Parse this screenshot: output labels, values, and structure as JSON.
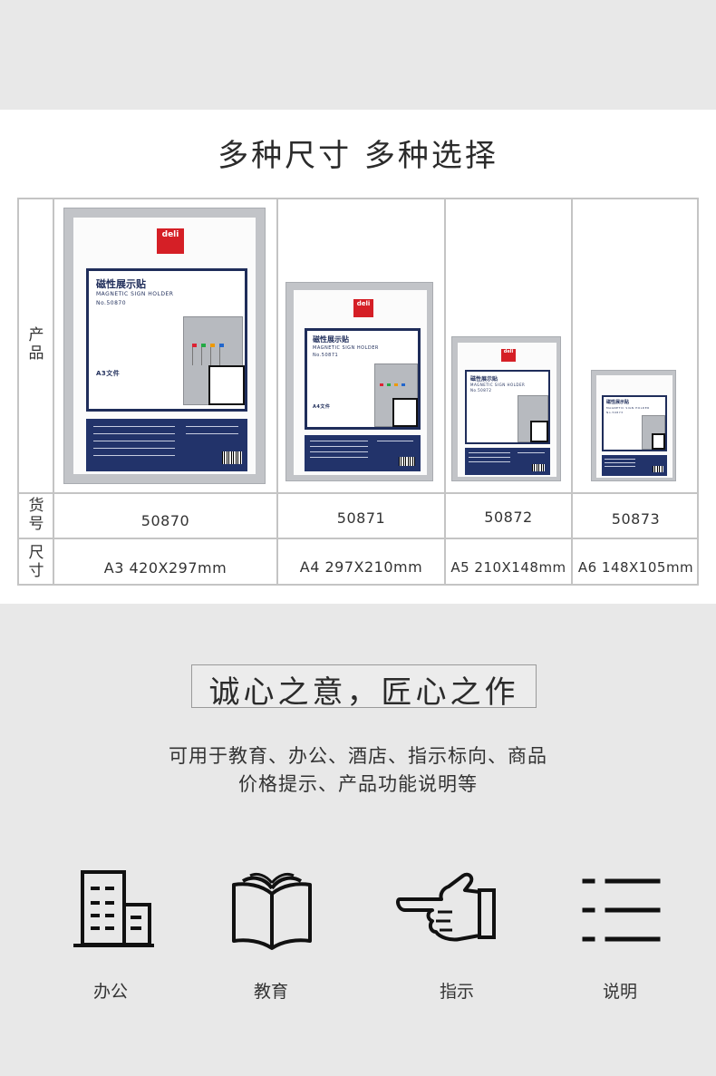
{
  "title": "多种尺寸 多种选择",
  "table": {
    "row_labels": {
      "product": "产\n品",
      "item_no": "货\n号",
      "size": "尺\n寸"
    },
    "products": [
      {
        "item_no": "50870",
        "size": "A3 420X297mm",
        "logo": "deli",
        "name": "磁性展示贴",
        "subtitle": "MAGNETIC SIGN HOLDER",
        "model": "No.50870",
        "format": "A3文件"
      },
      {
        "item_no": "50871",
        "size": "A4 297X210mm",
        "logo": "deli",
        "name": "磁性展示贴",
        "subtitle": "MAGNETIC SIGN HOLDER",
        "model": "No.50871",
        "format": "A4文件"
      },
      {
        "item_no": "50872",
        "size": "A5 210X148mm",
        "logo": "deli",
        "name": "磁性展示贴",
        "subtitle": "MAGNETIC SIGN HOLDER",
        "model": "No.50872",
        "format": ""
      },
      {
        "item_no": "50873",
        "size": "A6 148X105mm",
        "logo": "",
        "name": "磁性展示贴",
        "subtitle": "MAGNETIC SIGN HOLDER",
        "model": "No.50873",
        "format": ""
      }
    ]
  },
  "slogan": "诚心之意，匠心之作",
  "description": {
    "line1": "可用于教育、办公、酒店、指示标向、商品",
    "line2": "价格提示、产品功能说明等"
  },
  "uses": [
    {
      "icon": "office-building-icon",
      "label": "办公"
    },
    {
      "icon": "open-book-icon",
      "label": "教育"
    },
    {
      "icon": "pointing-hand-icon",
      "label": "指示"
    },
    {
      "icon": "list-icon",
      "label": "说明"
    }
  ],
  "colors": {
    "background": "#e8e8e8",
    "panel": "#ffffff",
    "frame": "#c2c4c8",
    "navy": "#1f2d5a",
    "logo_red": "#d51f26"
  }
}
